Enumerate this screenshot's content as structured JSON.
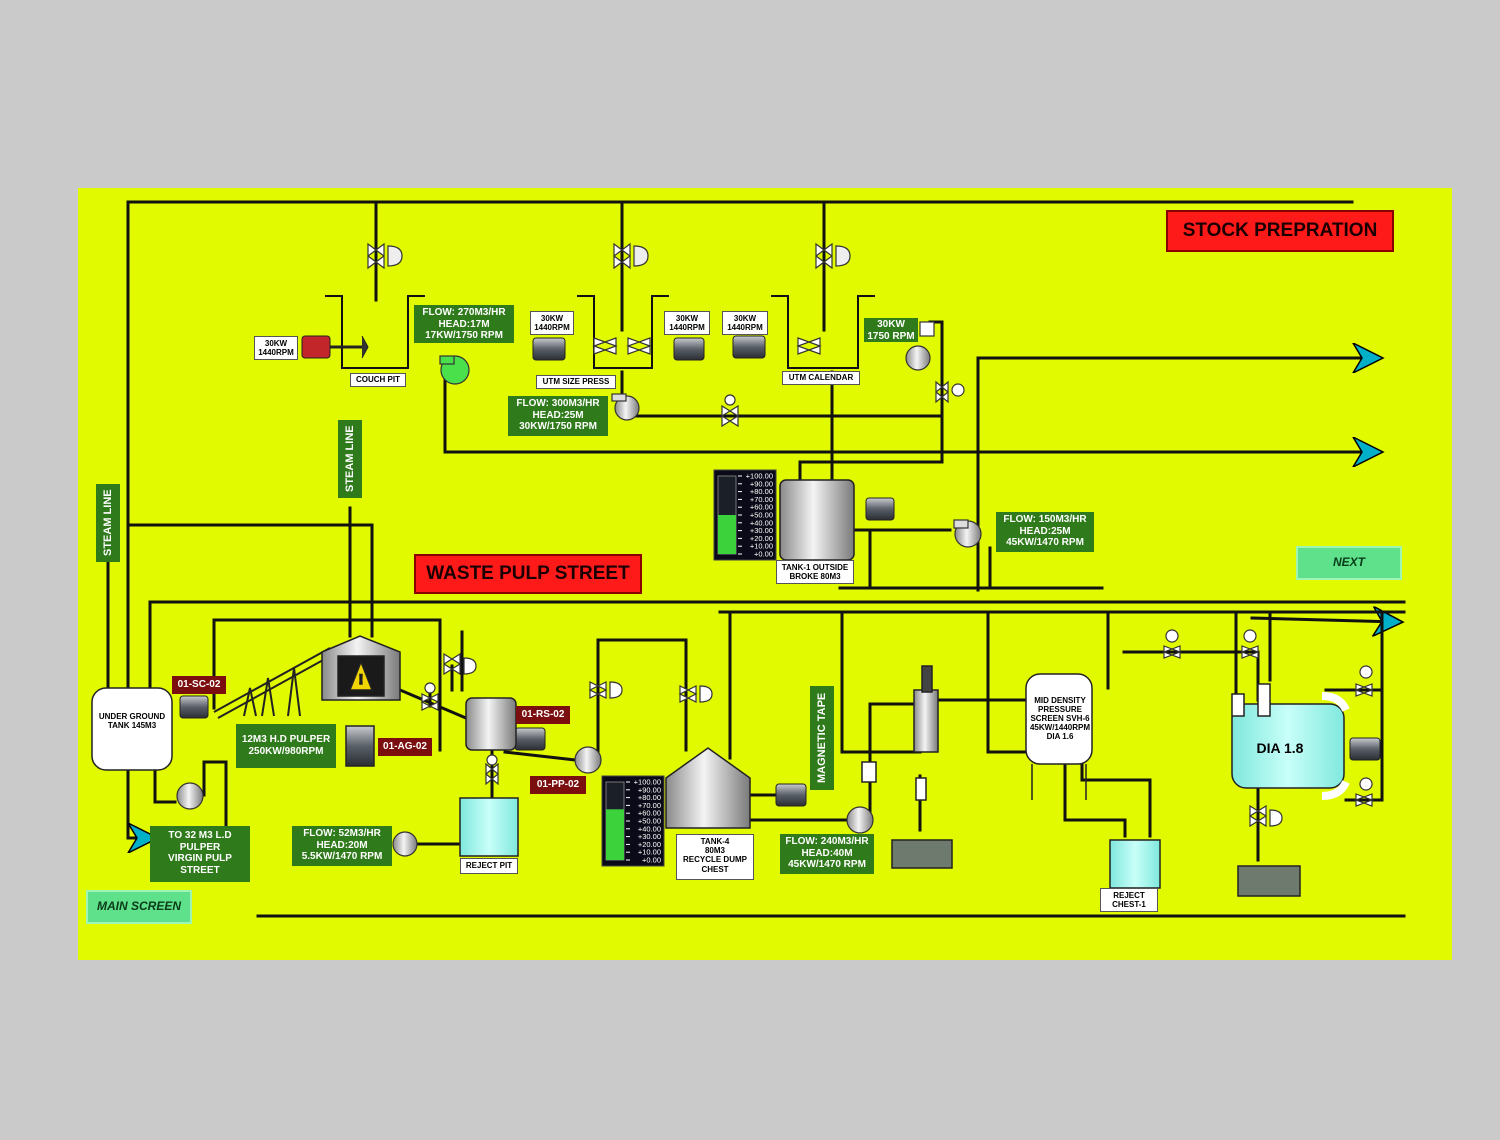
{
  "titles": {
    "stock_prep": "STOCK PREPRATION",
    "waste_pulp": "WASTE PULP STREET"
  },
  "buttons": {
    "next": "NEXT",
    "main_screen": "MAIN SCREEN"
  },
  "steam_lines": [
    "STEAM LINE",
    "STEAM LINE"
  ],
  "magnetic_tape": "MAGNETIC TAPE",
  "motors": {
    "couch_pit_motor": "30KW\n1440RPM",
    "utm_size_press_motor_1": "30KW\n1440RPM",
    "utm_size_press_motor_2": "30KW\n1440RPM",
    "utm_calendar_motor": "30KW\n1440RPM",
    "pump_1750": "30KW\n1750 RPM"
  },
  "pumps": {
    "couch_pit_pump": "FLOW: 270M3/HR\nHEAD:17M\n17KW/1750 RPM",
    "size_press_pump": "FLOW: 300M3/HR\nHEAD:25M\n30KW/1750 RPM",
    "broke_pump": "FLOW: 150M3/HR\nHEAD:25M\n45KW/1470 RPM",
    "reject_pit_pump": "FLOW: 52M3/HR\nHEAD:20M\n5.5KW/1470 RPM",
    "tank4_pump": "FLOW: 240M3/HR\nHEAD:40M\n45KW/1470 RPM"
  },
  "equipment": {
    "couch_pit": "COUCH PIT",
    "utm_size_press": "UTM SIZE PRESS",
    "utm_calendar": "UTM CALENDAR",
    "tank1": "TANK-1 OUTSIDE\nBROKE 80M3",
    "underground_tank": "UNDER GROUND\nTANK\n145M3",
    "hd_pulper": "12M3 H.D PULPER\n250KW/980RPM",
    "to_ld_pulper": "TO 32 M3 L.D\nPULPER\nVIRGIN PULP\nSTREET",
    "reject_pit": "REJECT PIT",
    "tank4": "TANK-4\n80M3\nRECYCLE DUMP\nCHEST",
    "mid_density_screen": "MID DENSITY\nPRESSURE\nSCREEN\nSVH-6\n45KW/1440RPM\nDIA 1.6",
    "reject_chest": "REJECT\nCHEST-1",
    "dia": "DIA 1.8"
  },
  "tags": {
    "sc02": "01-SC-02",
    "ag02": "01-AG-02",
    "rs02": "01-RS-02",
    "pp02": "01-PP-02"
  },
  "level_gauges": [
    {
      "name": "tank1-level",
      "scale": [
        "+100.00",
        "+90.00",
        "+80.00",
        "+70.00",
        "+60.00",
        "+50.00",
        "+40.00",
        "+30.00",
        "+20.00",
        "+10.00",
        "+0.00"
      ],
      "level_percent": 50
    },
    {
      "name": "tank4-level",
      "scale": [
        "+100.00",
        "+90.00",
        "+80.00",
        "+70.00",
        "+60.00",
        "+50.00",
        "+40.00",
        "+30.00",
        "+20.00",
        "+10.00",
        "+0.00"
      ],
      "level_percent": 65
    }
  ],
  "colors": {
    "panel": "#e2fa00",
    "pipe": "#111111",
    "title_red": "#ff1a1a",
    "label_green": "#2f7a1a",
    "tag_red": "#7b0f0f",
    "button_green": "#5fe08a",
    "gauge_fill": "#3bd23b",
    "tank_cyan": "#9ff7ee"
  }
}
